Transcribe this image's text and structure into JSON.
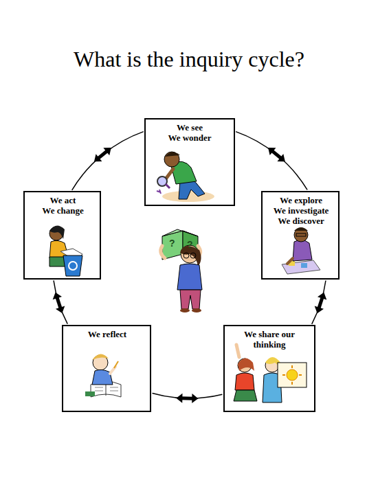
{
  "diagram": {
    "title": "What is the inquiry cycle?",
    "nodes": [
      {
        "text": [
          "We see",
          "We wonder"
        ]
      },
      {
        "text": [
          "We explore",
          "We investigate",
          "We discover"
        ]
      },
      {
        "text": [
          "We share our thinking"
        ]
      },
      {
        "text": [
          "We reflect"
        ]
      },
      {
        "text": [
          "We act",
          "We change"
        ]
      }
    ],
    "edges": [
      {
        "from": 0,
        "to": 1,
        "arrow": "both"
      },
      {
        "from": 1,
        "to": 2,
        "arrow": "both"
      },
      {
        "from": 2,
        "to": 3,
        "arrow": "both"
      },
      {
        "from": 3,
        "to": 4,
        "arrow": "both"
      },
      {
        "from": 4,
        "to": 0,
        "arrow": "both"
      }
    ],
    "labels": [
      "?",
      "?"
    ]
  }
}
